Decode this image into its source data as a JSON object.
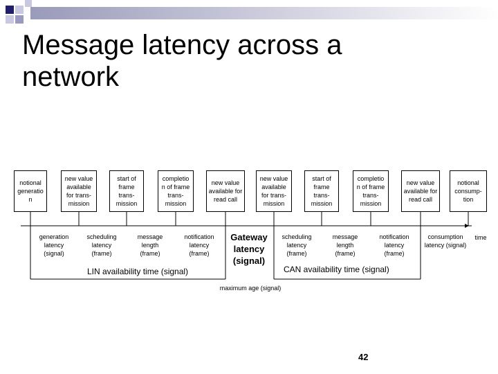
{
  "title": "Message latency across a\n network",
  "top_boxes": [
    "notional generatio n",
    "new value available for trans- mission",
    "start of frame trans- mission",
    "completio n of frame trans- mission",
    "new value available for read call",
    "new value available for trans- mission",
    "start of frame trans- mission",
    "completio n of frame trans- mission",
    "new value available for read call",
    "notional consump- tion"
  ],
  "segment_labels": [
    "generation latency (signal)",
    "scheduling latency (frame)",
    "message length (frame)",
    "notification latency (frame)",
    "scheduling latency (frame)",
    "message length (frame)",
    "notification latency (frame)",
    "consumption latency (signal)"
  ],
  "gateway_label": "Gateway latency (signal)",
  "lin_label": "LIN availability time (signal)",
  "can_label": "CAN availability time (signal)",
  "max_age_label": "maximum age (signal)",
  "time_label": "time",
  "page_number": "42"
}
